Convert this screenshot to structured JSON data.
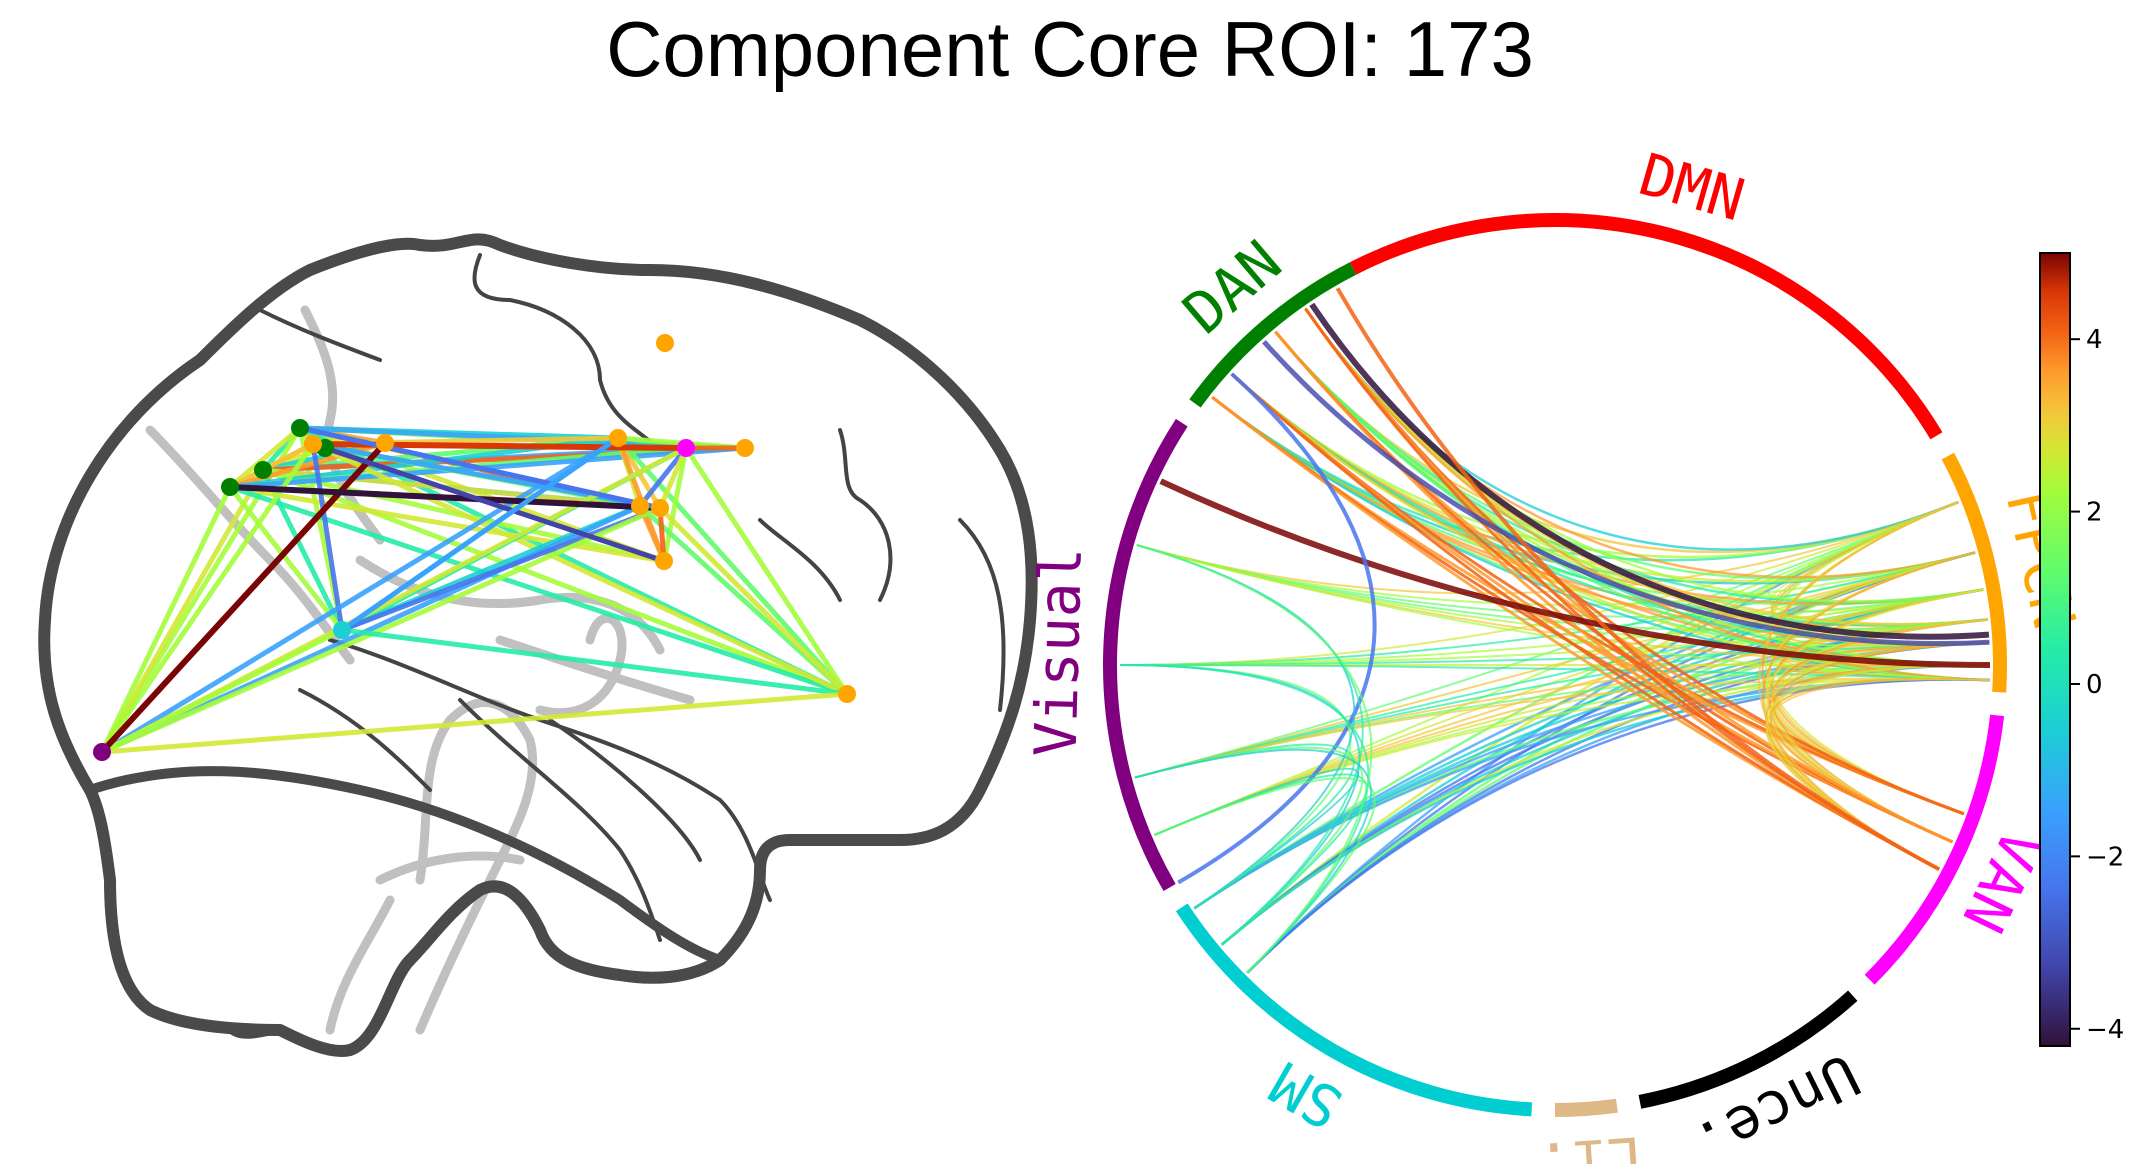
{
  "title": "Component Core ROI: 173",
  "networks": [
    {
      "name": "DMN",
      "color": "#ff0000"
    },
    {
      "name": "FPCN",
      "color": "#ffa500"
    },
    {
      "name": "VAN",
      "color": "#ff00ff"
    },
    {
      "name": "Unce.",
      "color": "#000000"
    },
    {
      "name": "Li.",
      "color": "#deb887"
    },
    {
      "name": "SM",
      "color": "#00ced1"
    },
    {
      "name": "Visual",
      "color": "#800080"
    },
    {
      "name": "DAN",
      "color": "#008000"
    }
  ],
  "colorbar": {
    "colormap": "turbo",
    "range": [
      -4.2,
      5.0
    ],
    "ticks": [
      "4",
      "2",
      "0",
      "−2",
      "−4"
    ]
  }
}
